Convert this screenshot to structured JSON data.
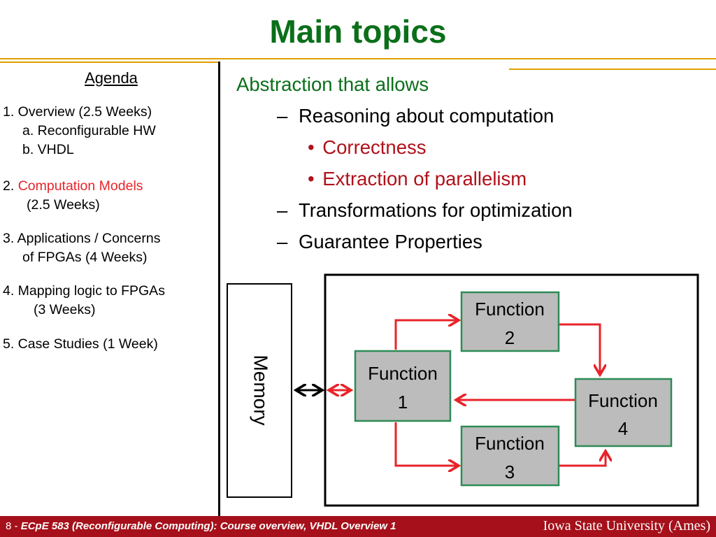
{
  "slide": {
    "title": "Main topics",
    "agenda": {
      "heading": "Agenda",
      "items": [
        {
          "line1_prefix": "1. Overview (2.5 Weeks)",
          "line2": "a. Reconfigurable HW",
          "line3": "b. VHDL"
        },
        {
          "prefix": "2. ",
          "highlight": "Computation Models",
          "line2": "(2.5 Weeks)"
        },
        {
          "line1": "3. Applications / Concerns",
          "line2": "of FPGAs  (4 Weeks)"
        },
        {
          "line1": "4. Mapping logic to FPGAs",
          "line2": "(3 Weeks)"
        },
        {
          "line1": "5. Case Studies (1 Week)"
        }
      ]
    },
    "content": {
      "intro": "Abstraction that allows",
      "points": [
        {
          "dash": "–",
          "text": "Reasoning about computation"
        },
        {
          "bullet": "•",
          "text": "Correctness"
        },
        {
          "bullet": "•",
          "text": "Extraction of parallelism"
        },
        {
          "dash": "–",
          "text": "Transformations for optimization"
        },
        {
          "dash": "–",
          "text": "Guarantee Properties"
        }
      ]
    },
    "diagram": {
      "memory_label": "Memory",
      "functions": [
        {
          "line1": "Function",
          "line2": "1"
        },
        {
          "line1": "Function",
          "line2": "2"
        },
        {
          "line1": "Function",
          "line2": "3"
        },
        {
          "line1": "Function",
          "line2": "4"
        }
      ],
      "colors": {
        "box_fill": "#bcbcbc",
        "box_border": "#2e8b57",
        "arrow": "#e8232a",
        "frame": "#000000"
      }
    },
    "footer": {
      "page_number": "8 - ",
      "course": "ECpE 583 (Reconfigurable Computing): Course overview, VHDL Overview 1",
      "institution": "Iowa State University (Ames)"
    },
    "colors": {
      "title": "#0b6f1a",
      "highlight": "#e8232a",
      "sub_bullet": "#b0111a",
      "footer_bg": "#a5101a",
      "rule": "#e0a000"
    }
  }
}
